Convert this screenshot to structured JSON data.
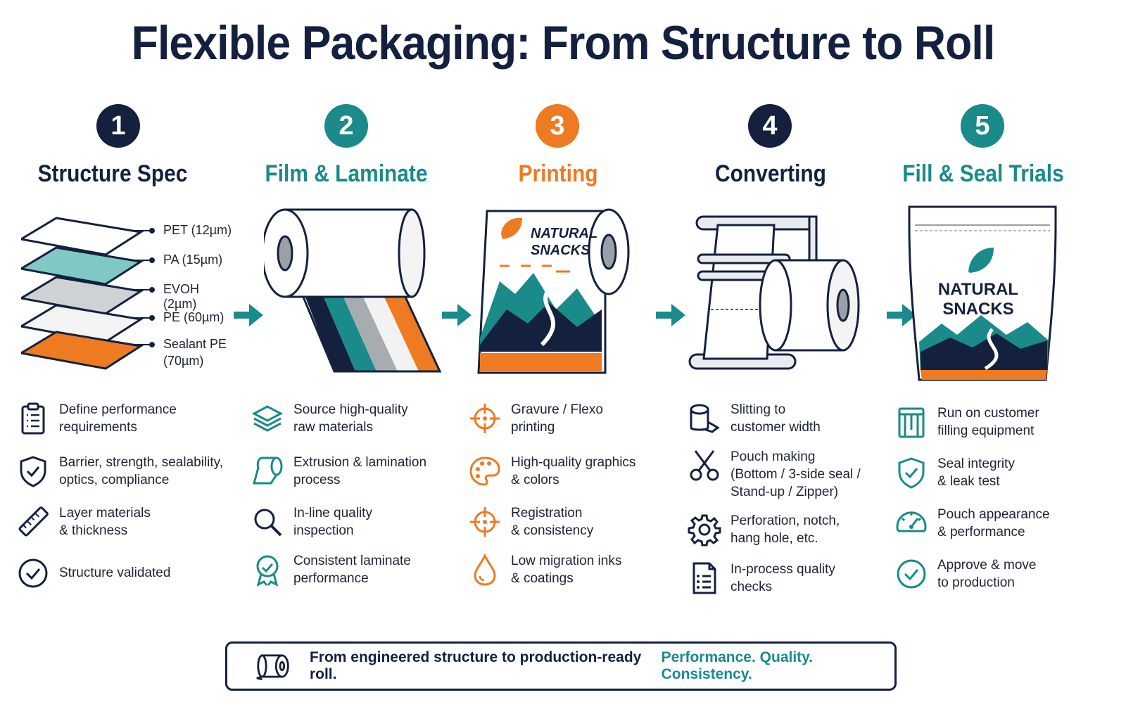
{
  "title": "Flexible Packaging: From Structure to Roll",
  "colors": {
    "navy": "#13213f",
    "teal": "#1a8a8a",
    "orange": "#ee7a22",
    "gray": "#9aa0a6"
  },
  "columns": [
    {
      "num": "1",
      "heading": "Structure Spec",
      "color": "#13213f",
      "layers": [
        {
          "label": "PET (12µm)"
        },
        {
          "label": "PA (15µm)"
        },
        {
          "label": "EVOH (2µm)"
        },
        {
          "label": "PE (60µm)"
        },
        {
          "label": "Sealant PE"
        },
        {
          "label": "(70µm)"
        }
      ],
      "steps": [
        {
          "icon": "clipboard-icon",
          "l1": "Define performance",
          "l2": "requirements"
        },
        {
          "icon": "shield-check-icon",
          "l1": "Barrier, strength, sealability,",
          "l2": "optics, compliance"
        },
        {
          "icon": "ruler-icon",
          "l1": "Layer materials",
          "l2": "& thickness"
        },
        {
          "icon": "check-circle-icon",
          "l1": "Structure validated",
          "l2": ""
        }
      ]
    },
    {
      "num": "2",
      "heading": "Film & Laminate",
      "color": "#1a8a8a",
      "steps": [
        {
          "icon": "layers-icon",
          "l1": "Source high-quality",
          "l2": "raw materials"
        },
        {
          "icon": "film-roll-icon",
          "l1": "Extrusion & lamination",
          "l2": "process"
        },
        {
          "icon": "magnifier-icon",
          "l1": "In-line quality",
          "l2": "inspection"
        },
        {
          "icon": "award-badge-icon",
          "l1": "Consistent laminate",
          "l2": "performance"
        }
      ]
    },
    {
      "num": "3",
      "heading": "Printing",
      "color": "#ee7a22",
      "brand_l1": "NATURAL",
      "brand_l2": "SNACKS",
      "steps": [
        {
          "icon": "crosshair-icon",
          "l1": "Gravure / Flexo",
          "l2": "printing"
        },
        {
          "icon": "palette-icon",
          "l1": "High-quality graphics",
          "l2": "& colors"
        },
        {
          "icon": "registration-icon",
          "l1": "Registration",
          "l2": "& consistency"
        },
        {
          "icon": "ink-drop-icon",
          "l1": "Low migration inks",
          "l2": "& coatings"
        }
      ]
    },
    {
      "num": "4",
      "heading": "Converting",
      "color": "#13213f",
      "steps": [
        {
          "icon": "slitting-roll-icon",
          "l1": "Slitting to",
          "l2": "customer width",
          "l3": ""
        },
        {
          "icon": "scissors-icon",
          "l1": "Pouch making",
          "l2": "(Bottom / 3-side seal /",
          "l3": "Stand-up / Zipper)"
        },
        {
          "icon": "gear-icon",
          "l1": "Perforation, notch,",
          "l2": "hang hole, etc.",
          "l3": ""
        },
        {
          "icon": "checklist-doc-icon",
          "l1": "In-process quality",
          "l2": "checks",
          "l3": ""
        }
      ]
    },
    {
      "num": "5",
      "heading": "Fill & Seal Trials",
      "color": "#1a8a8a",
      "brand_l1": "NATURAL",
      "brand_l2": "SNACKS",
      "steps": [
        {
          "icon": "filling-machine-icon",
          "l1": "Run on customer",
          "l2": "filling equipment"
        },
        {
          "icon": "shield-check-icon",
          "l1": "Seal integrity",
          "l2": "& leak test"
        },
        {
          "icon": "gauge-icon",
          "l1": "Pouch appearance",
          "l2": "& performance"
        },
        {
          "icon": "check-circle-icon",
          "l1": "Approve & move",
          "l2": "to production"
        }
      ]
    }
  ],
  "footer": {
    "text": "From engineered structure to production-ready roll.",
    "accent": "Performance. Quality. Consistency."
  }
}
